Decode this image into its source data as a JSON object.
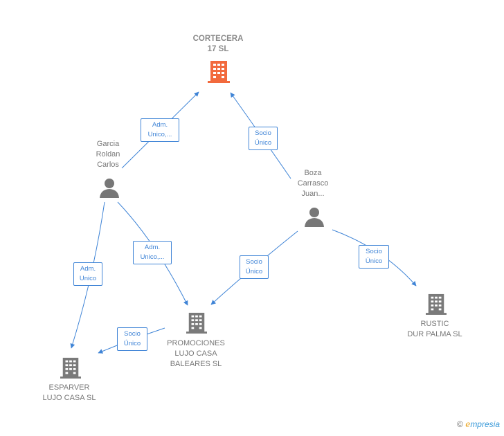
{
  "nodes": {
    "cortecera": {
      "label": "CORTECERA\n17  SL",
      "icon": "building-icon",
      "color": "#f26a3d"
    },
    "garcia": {
      "label": "Garcia\nRoldan\nCarlos",
      "icon": "person-icon",
      "color": "#777777"
    },
    "boza": {
      "label": "Boza\nCarrasco\nJuan...",
      "icon": "person-icon",
      "color": "#777777"
    },
    "promociones": {
      "label": "PROMOCIONES\nLUJO CASA\nBALEARES  SL",
      "icon": "building-icon",
      "color": "#7a7a7a"
    },
    "esparver": {
      "label": "ESPARVER\nLUJO CASA  SL",
      "icon": "building-icon",
      "color": "#7a7a7a"
    },
    "rustic": {
      "label": "RUSTIC\nDUR PALMA  SL",
      "icon": "building-icon",
      "color": "#7a7a7a"
    }
  },
  "edges": {
    "garcia_cortecera": "Adm.\nUnico,...",
    "boza_cortecera": "Socio\nÚnico",
    "garcia_esparver": "Adm.\nUnico",
    "garcia_promociones": "Adm.\nUnico,...",
    "boza_promociones": "Socio\nÚnico",
    "boza_rustic": "Socio\nÚnico",
    "promociones_esparver": "Socio\nÚnico"
  },
  "footer": {
    "copyright": "©",
    "brand_e": "e",
    "brand_rest": "mpresia"
  },
  "colors": {
    "edge": "#3f84d6",
    "accent": "#f26a3d",
    "node": "#777777"
  }
}
